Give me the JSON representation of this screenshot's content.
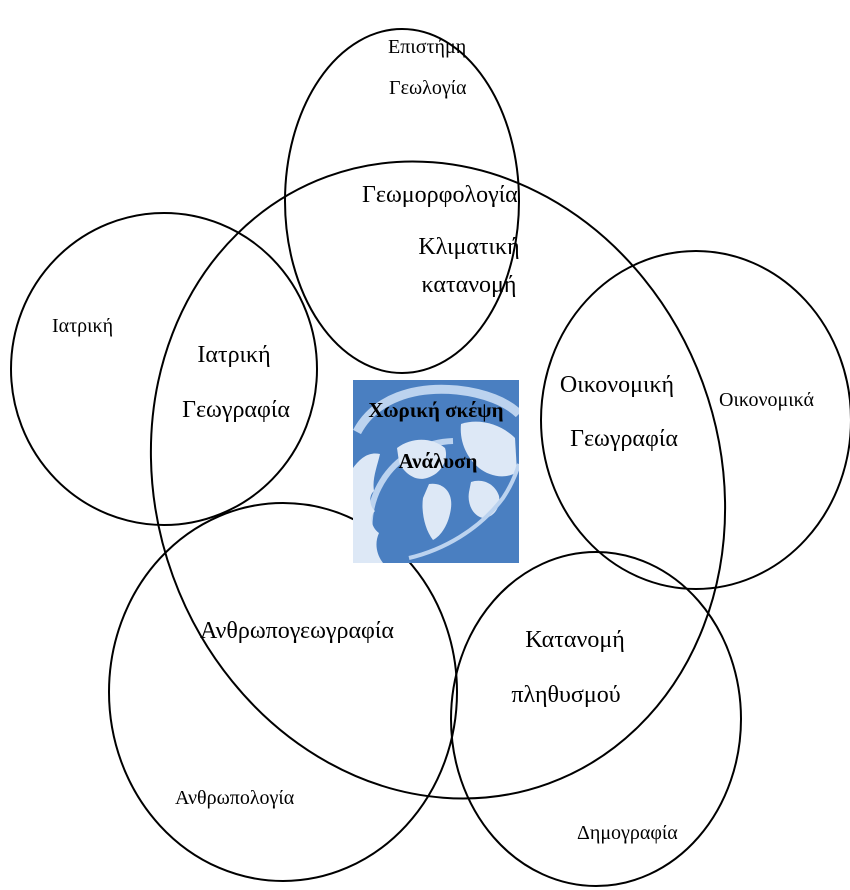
{
  "diagram": {
    "ring_stroke_color": "#000000",
    "emblem_color": "#4a7fc1",
    "emblem_icon": "globe-head-icon",
    "center": {
      "line1": "Χωρική σκέψη",
      "line2": "Ανάλυση"
    },
    "outer_labels": {
      "science": "Επιστήμη",
      "geology": "Γεωλογία",
      "medicine": "Ιατρική",
      "economics": "Οικονομικά",
      "anthropology": "Ανθρωπολογία",
      "demography": "Δημογραφία"
    },
    "overlap_labels": {
      "geomorphology": "Γεωμορφολογία",
      "climatic_line1": "Κλιματική",
      "climatic_line2": "κατανομή",
      "medical_line1": "Ιατρική",
      "medical_line2": "Γεωγραφία",
      "economic_line1": "Οικονομική",
      "economic_line2": "Γεωγραφία",
      "human_geography": "Ανθρωπογεωγραφία",
      "population_line1": "Κατανομή",
      "population_line2": "πληθυσμού"
    }
  }
}
